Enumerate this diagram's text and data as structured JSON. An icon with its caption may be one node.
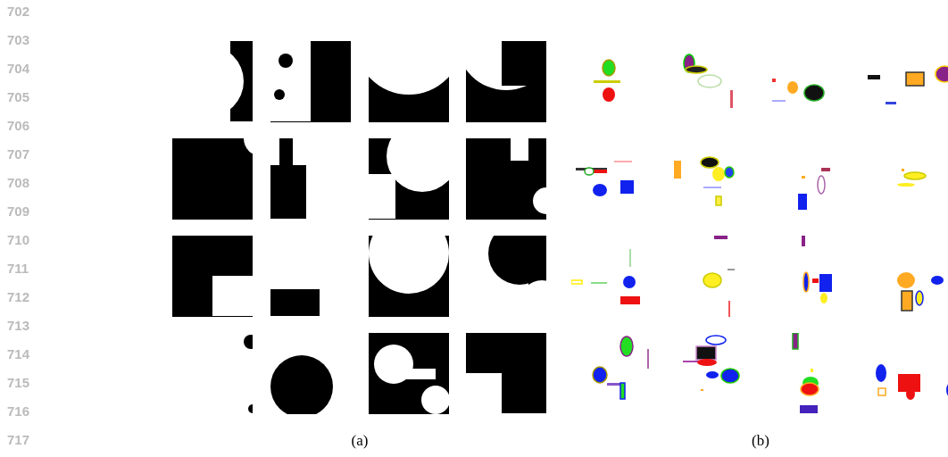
{
  "diagram": {
    "labels": [
      "702",
      "703",
      "704",
      "705",
      "706",
      "707",
      "708",
      "709",
      "710",
      "711",
      "712",
      "713",
      "714",
      "715",
      "716",
      "717",
      "(a)",
      "(b)"
    ]
  }
}
